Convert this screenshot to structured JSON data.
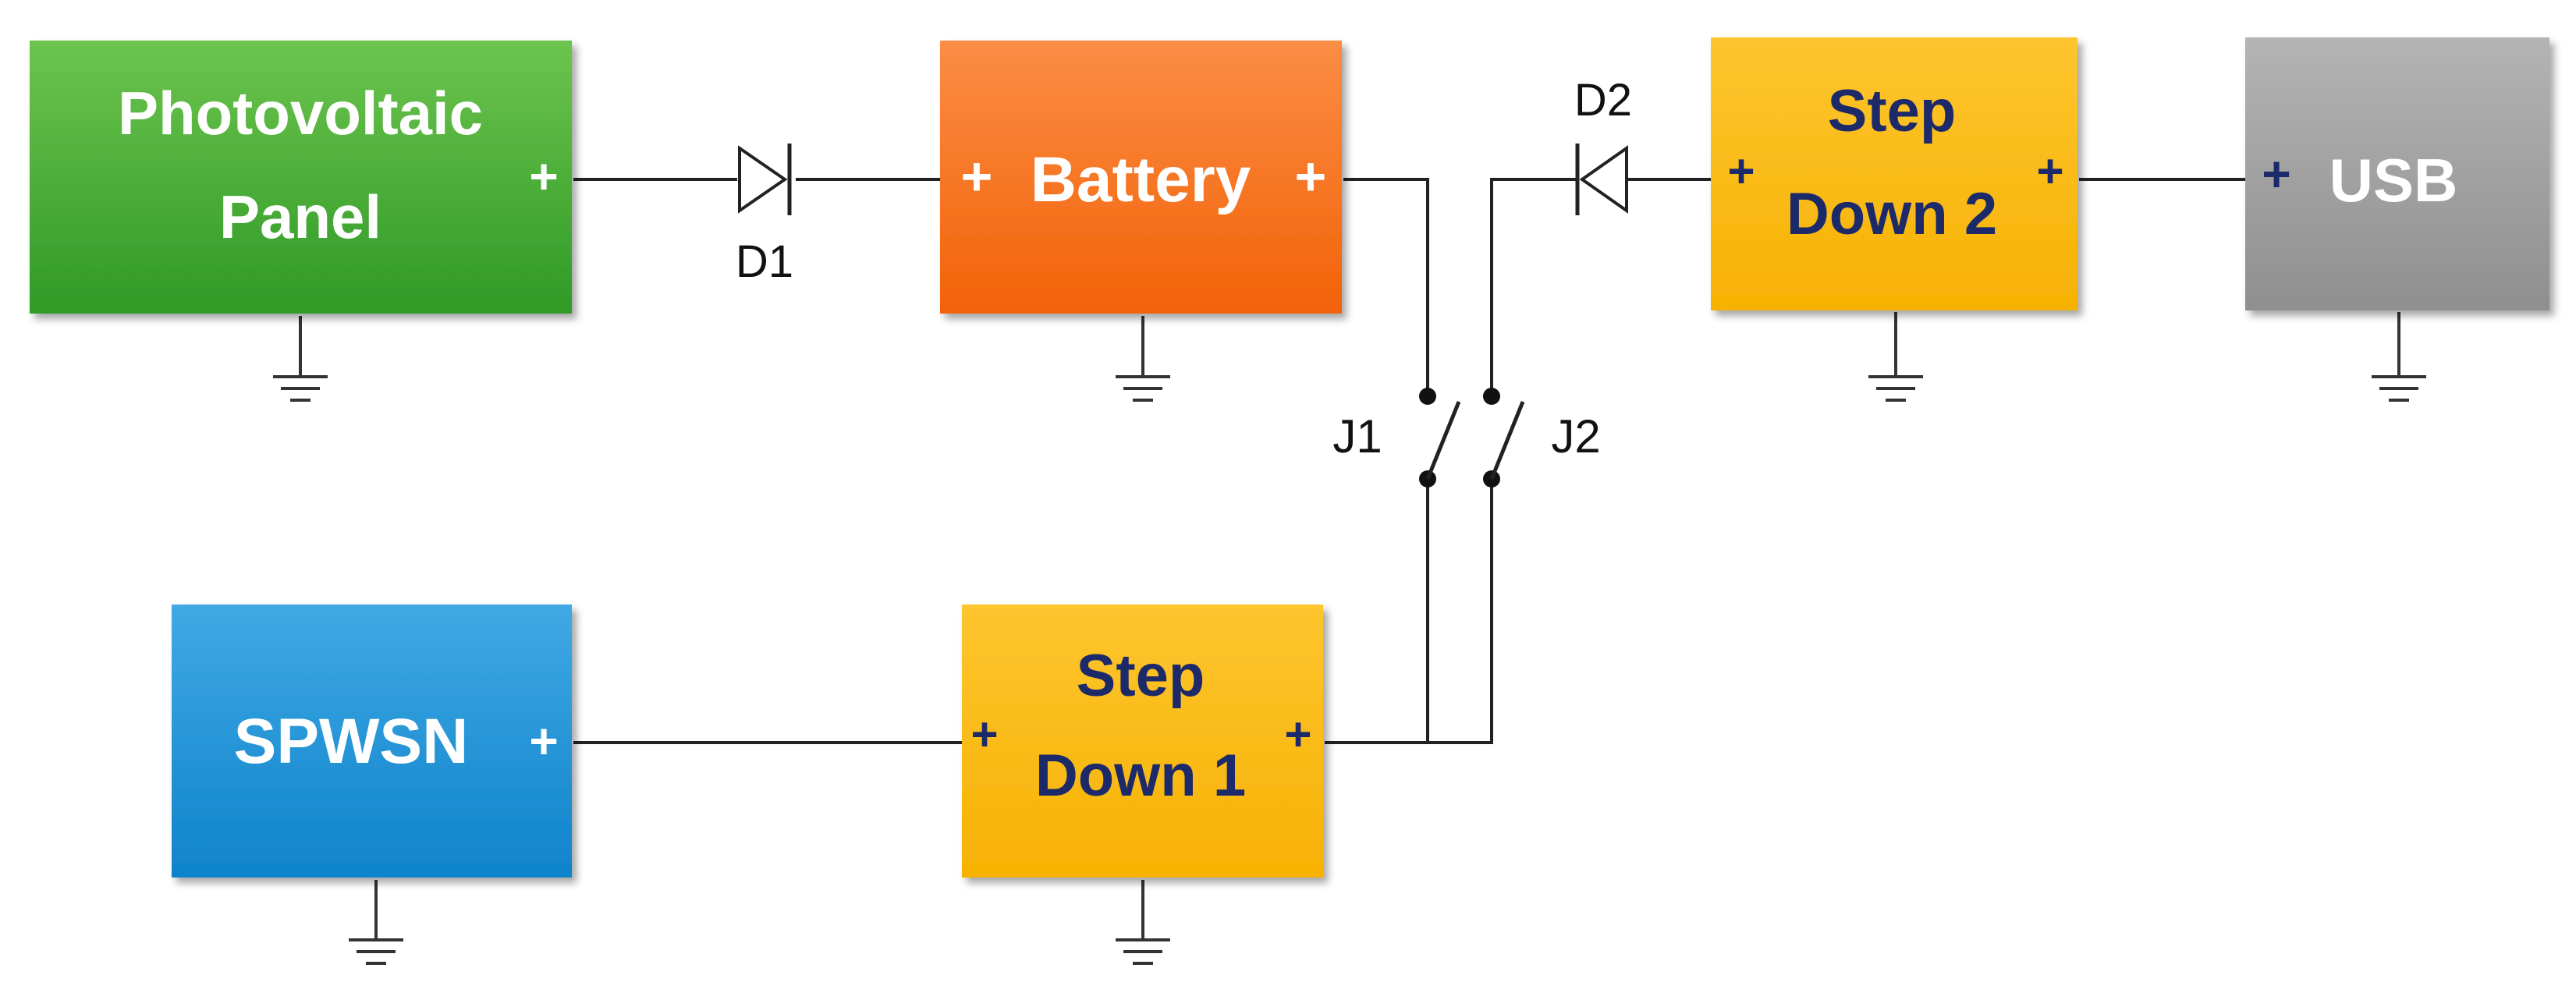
{
  "blocks": {
    "photovoltaic": {
      "line1": "Photovoltaic",
      "line2": "Panel",
      "plus": "+",
      "color": "#44a832"
    },
    "battery": {
      "label": "Battery",
      "plus_left": "+",
      "plus_right": "+",
      "color": "#f46f1b"
    },
    "step_down_2": {
      "line1": "Step",
      "line2": "Down 2",
      "plus_left": "+",
      "plus_right": "+",
      "color": "#fbbb0b"
    },
    "usb": {
      "label": "USB",
      "plus": "+",
      "color": "#a6a6a6"
    },
    "spwsn": {
      "label": "SPWSN",
      "plus": "+",
      "color": "#1f93d6"
    },
    "step_down_1": {
      "line1": "Step",
      "line2": "Down 1",
      "plus_left": "+",
      "plus_right": "+",
      "color": "#fbbb0b"
    }
  },
  "components": {
    "d1": "D1",
    "d2": "D2",
    "j1": "J1",
    "j2": "J2"
  },
  "colors": {
    "step_text": "#1c2a6a",
    "wire": "#222222"
  }
}
